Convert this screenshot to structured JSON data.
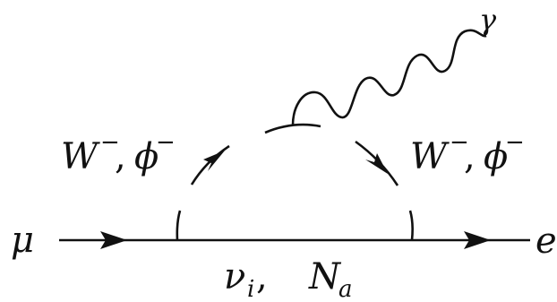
{
  "diagram": {
    "particles": {
      "incoming": "μ",
      "outgoing": "e",
      "photon": "γ",
      "loop_left_base": "W",
      "loop_left_sup1": "−",
      "loop_left_sep": ", ",
      "loop_left_phi": "ϕ",
      "loop_left_sup2": "−",
      "loop_right_base": "W",
      "loop_right_sup1": "−",
      "loop_right_sep": ", ",
      "loop_right_phi": "ϕ",
      "loop_right_sup2": "−",
      "internal_nu": "ν",
      "internal_nu_sub": "i",
      "internal_sep": ",  ",
      "internal_N": "N",
      "internal_N_sub": "a"
    }
  }
}
